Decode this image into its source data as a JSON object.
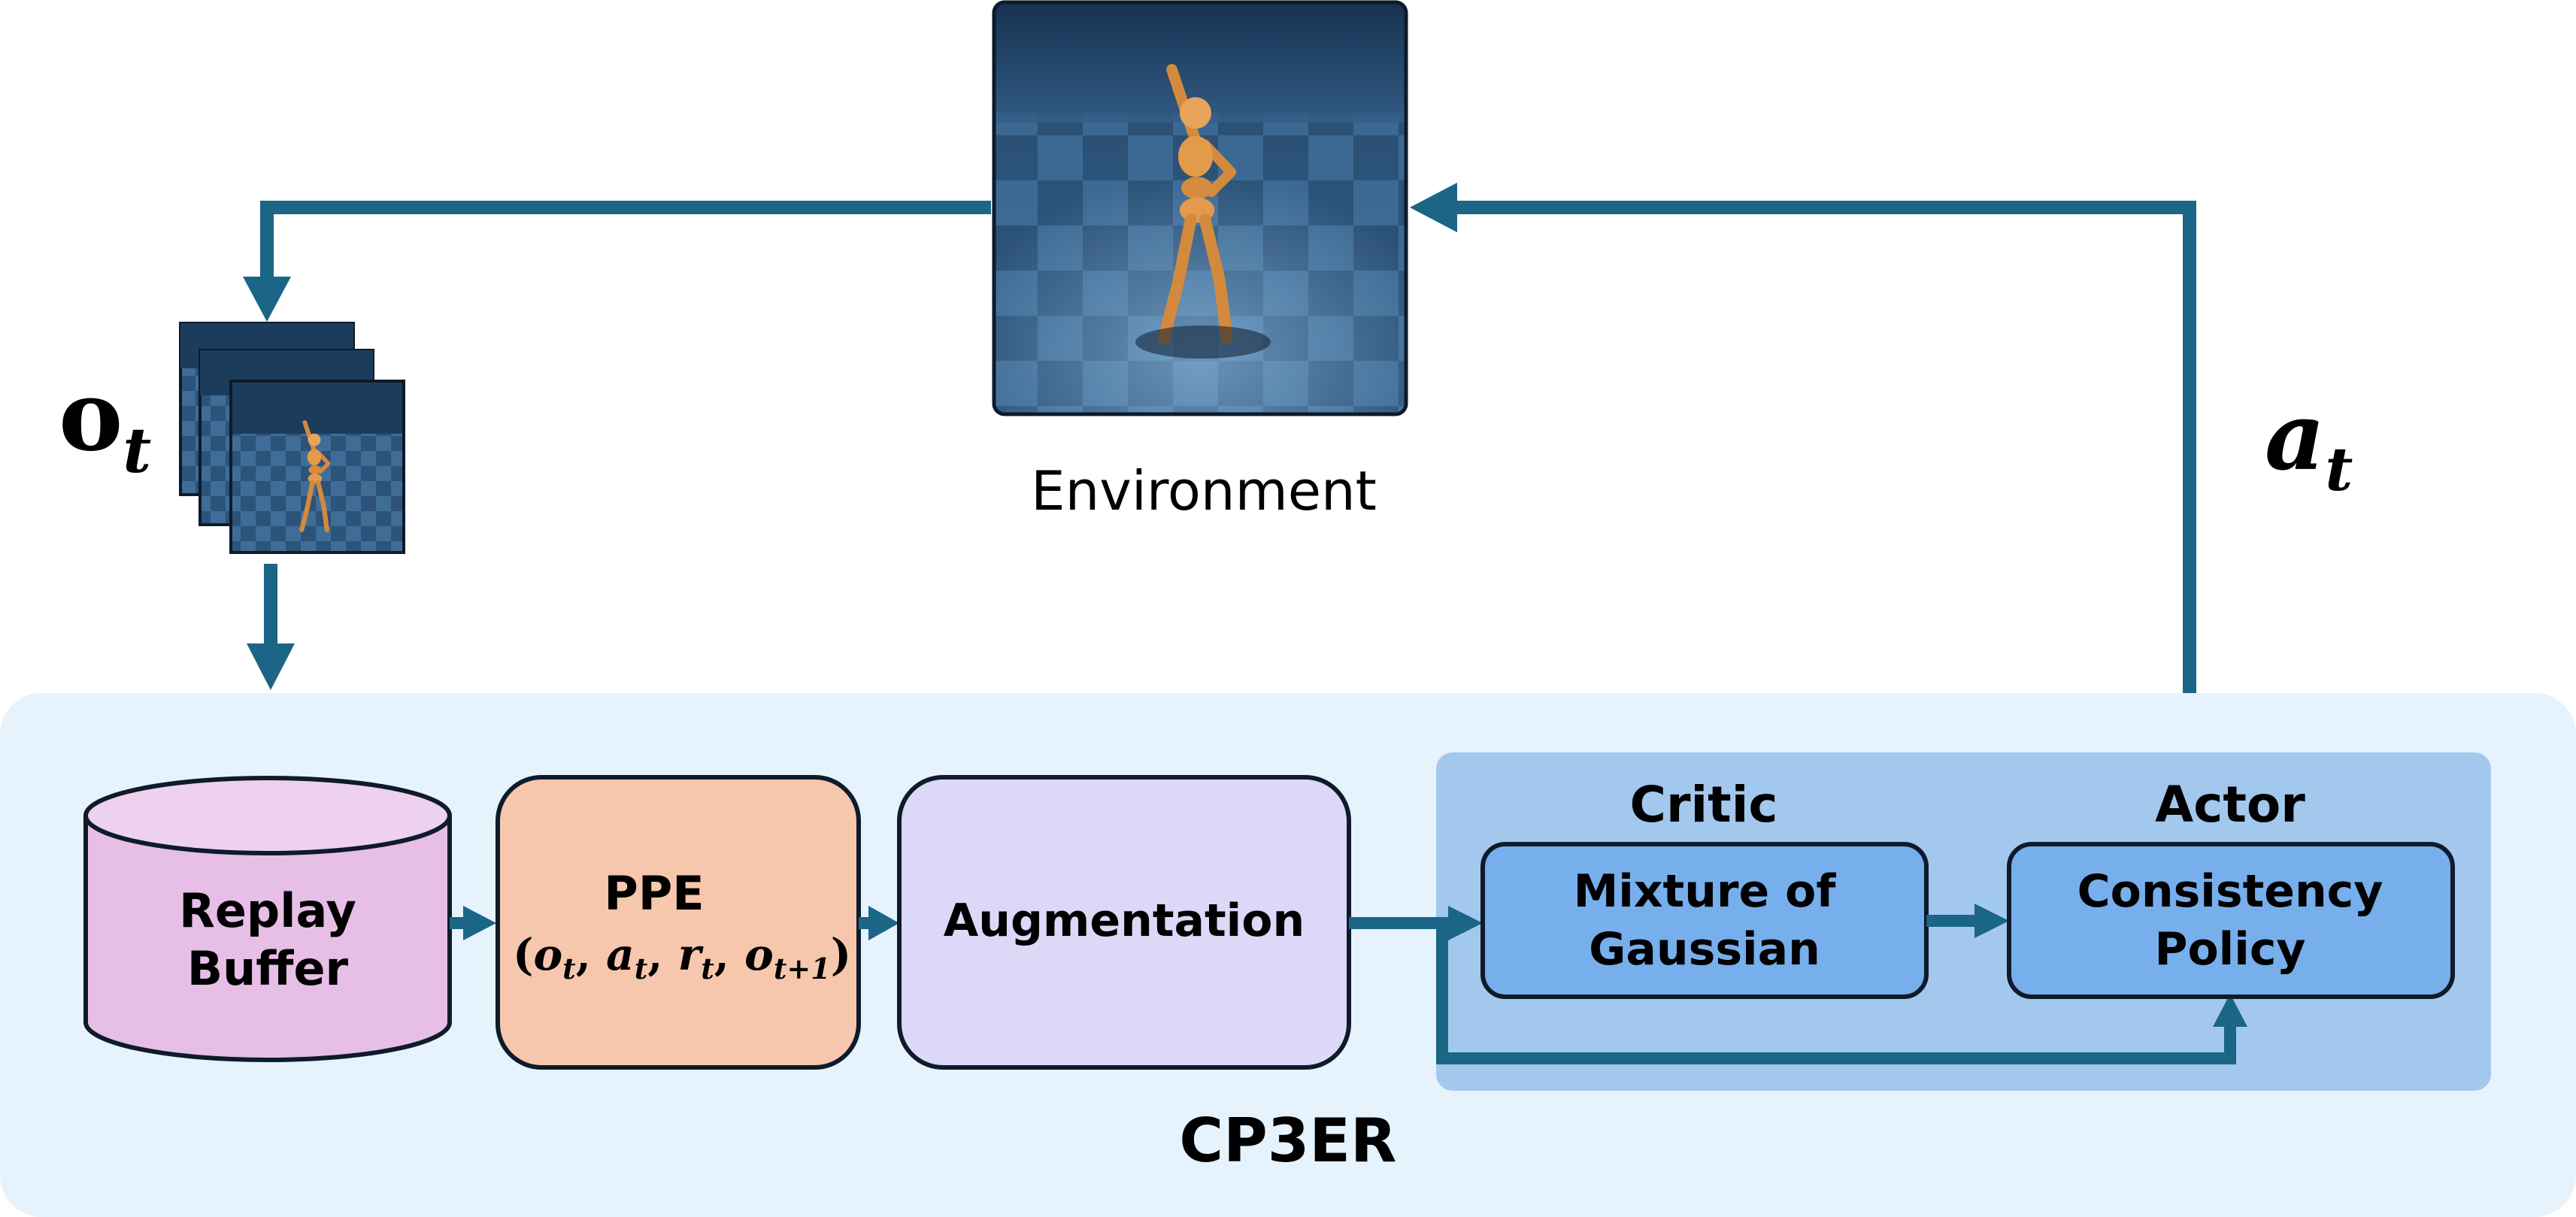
{
  "environment": {
    "label": "Environment"
  },
  "observation": {
    "symbol": "o",
    "subscript": "t"
  },
  "action": {
    "symbol": "a",
    "subscript": "t"
  },
  "system": {
    "label": "CP3ER"
  },
  "replay_buffer": {
    "line1": "Replay",
    "line2": "Buffer"
  },
  "ppe": {
    "title": "PPE",
    "tuple": [
      {
        "sym": "o",
        "sub": "t"
      },
      {
        "sym": "a",
        "sub": "t"
      },
      {
        "sym": "r",
        "sub": "t"
      },
      {
        "sym": "o",
        "sub": "t+1"
      }
    ]
  },
  "augmentation": {
    "label": "Augmentation"
  },
  "critic": {
    "header": "Critic",
    "line1": "Mixture of",
    "line2": "Gaussian"
  },
  "actor": {
    "header": "Actor",
    "line1": "Consistency",
    "line2": "Policy"
  },
  "colors": {
    "arrow": "#1B6586",
    "panel_bg": "#E6F3FC",
    "actor_critic_panel": "#A3C8EE",
    "replay_fill": "#E6BEE6",
    "replay_top": "#EDD1EE",
    "ppe_fill": "#F6C7AD",
    "augmentation_fill": "#DCD8F7",
    "module_fill": "#77AFEC",
    "stroke": "#0D1B2A"
  },
  "icons": [
    "humanoid-render-icon",
    "stacked-frames-icon"
  ]
}
